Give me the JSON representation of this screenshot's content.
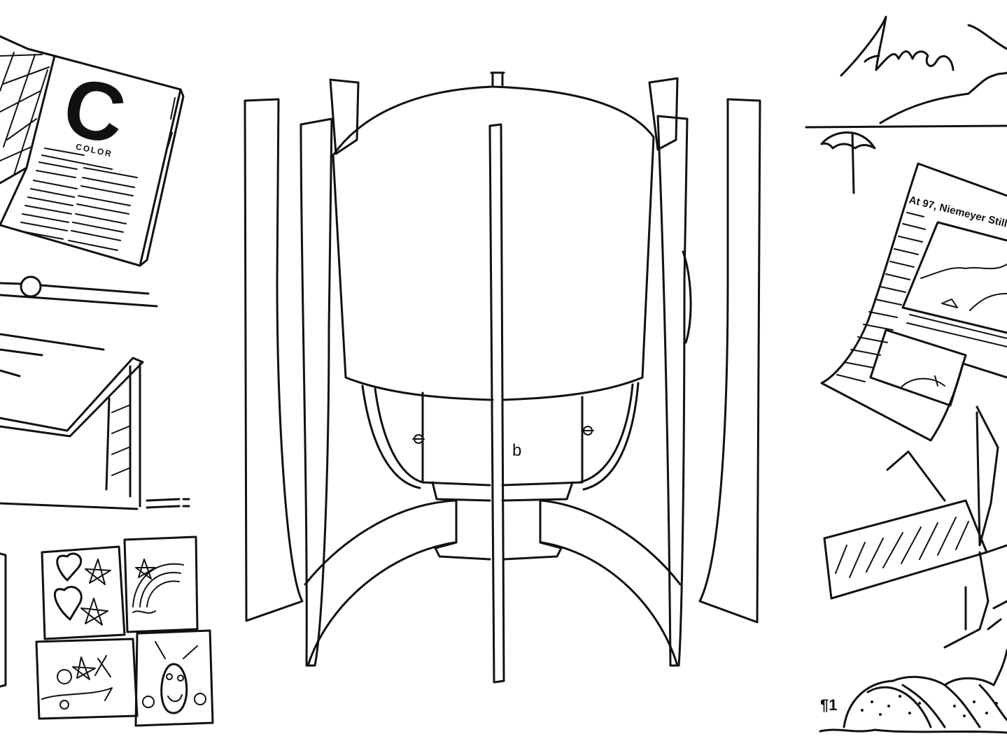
{
  "magazine": {
    "letter": "C",
    "word": "COLOR"
  },
  "newspaper": {
    "headline": "At 97, Niemeyer Still"
  },
  "lamp": {
    "label": "b"
  },
  "corner_mark": "¶1"
}
